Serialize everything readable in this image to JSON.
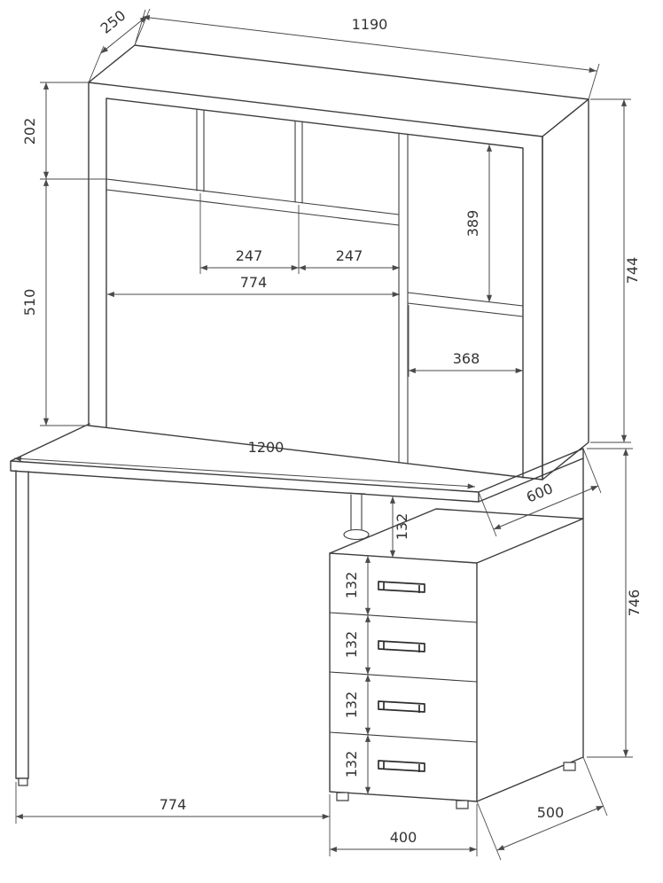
{
  "drawing": {
    "hutch": {
      "width": "1190",
      "depth": "250",
      "top_section_height": "202",
      "middle_section_height": "510",
      "compartment_widths": [
        "247",
        "247"
      ],
      "opening_width": "774",
      "right_compartment_height": "389",
      "right_shelf_width": "368",
      "height": "744"
    },
    "desk": {
      "desktop_width": "1200",
      "desktop_depth": "600",
      "support_height": "132",
      "drawer_heights": [
        "132",
        "132",
        "132",
        "132"
      ],
      "height": "746",
      "left_section_width": "774",
      "drawer_unit_width": "400",
      "drawer_unit_depth": "500"
    }
  }
}
